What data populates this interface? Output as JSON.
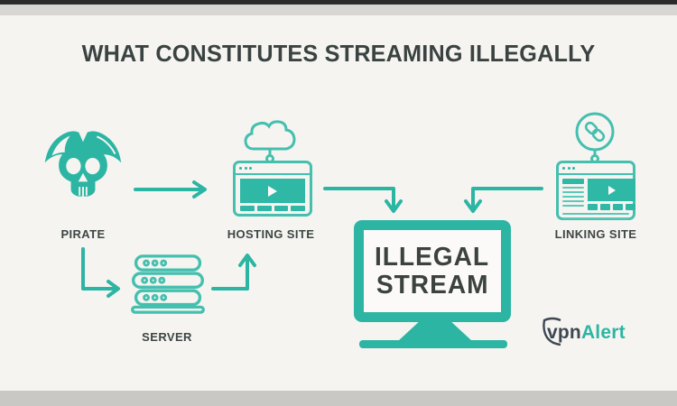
{
  "header": {
    "title": "WHAT CONSTITUTES STREAMING ILLEGALLY"
  },
  "colors": {
    "background": "#f5f4f1",
    "teal_solid": "#2cb5a3",
    "teal_outline": "#45bfae",
    "text_dark": "#3d4643",
    "top_bar_dark": "#2b2b2b",
    "top_bar_gray": "#d7d6d3",
    "bottom_bar_gray": "#c9c8c5"
  },
  "diagram": {
    "nodes": {
      "pirate": {
        "label": "PIRATE",
        "icon": "pirate-skull-icon"
      },
      "hosting_site": {
        "label": "HOSTING SITE",
        "icon": "cloud-video-browser-icon"
      },
      "server": {
        "label": "SERVER",
        "icon": "server-rack-icon"
      },
      "linking_site": {
        "label": "LINKING SITE",
        "icon": "link-browser-icon"
      },
      "illegal_stream": {
        "line1": "ILLEGAL",
        "line2": "STREAM",
        "icon": "monitor-icon"
      }
    },
    "edges": [
      {
        "from": "pirate",
        "to": "hosting-site",
        "shape": "straight-right"
      },
      {
        "from": "pirate",
        "to": "server",
        "shape": "down-then-right"
      },
      {
        "from": "server",
        "to": "hosting-site",
        "shape": "right-then-up"
      },
      {
        "from": "hosting-site",
        "to": "illegal-stream",
        "shape": "right-then-down"
      },
      {
        "from": "linking-site",
        "to": "illegal-stream",
        "shape": "left-then-down"
      }
    ]
  },
  "branding": {
    "logo_prefix": "vpn",
    "logo_suffix": "Alert"
  }
}
